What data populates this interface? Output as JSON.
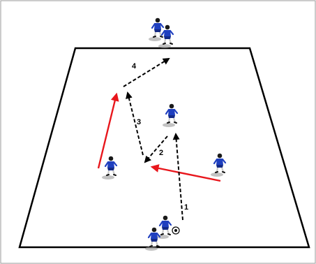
{
  "diagram": {
    "pass_labels": [
      "1",
      "2",
      "3",
      "4"
    ],
    "colors": {
      "kit": "#1f3fbf",
      "kit_dark": "#142a86",
      "run_arrow": "#e8161c",
      "pass_arrow": "#000000",
      "pitch_line": "#000000"
    },
    "icons": [
      "soccer-ball-icon",
      "player-icon"
    ]
  }
}
